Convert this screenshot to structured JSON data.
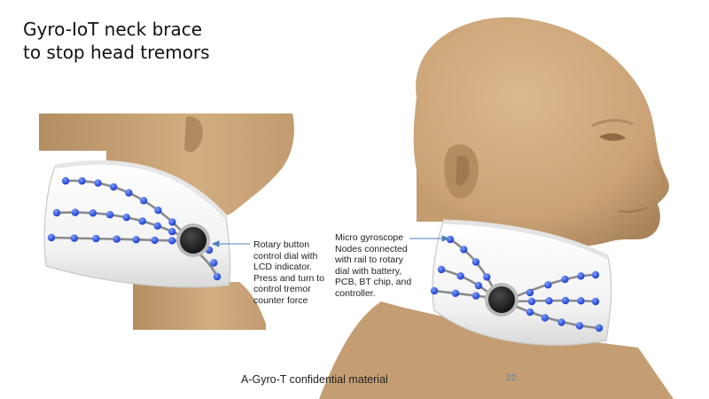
{
  "title": {
    "line1": "Gyro-IoT neck brace",
    "line2": "to stop head tremors"
  },
  "annotations": {
    "rotary_button": {
      "lines": [
        "Rotary button",
        "control dial with",
        "LCD indicator.",
        "Press and turn to",
        "control tremor",
        "counter force"
      ]
    },
    "micro_gyroscope": {
      "lines": [
        "Micro gyroscope",
        "Nodes connected",
        "with rail to rotary",
        "dial with battery,",
        "PCB, BT chip, and",
        "controller."
      ]
    }
  },
  "footer": {
    "text": "A-Gyro-T confidential material",
    "page_number": "22"
  },
  "colors": {
    "skin": "#d0ab7e",
    "skin_shadow": "#a9845a",
    "brace": "#f4f4f4",
    "node_blue": "#2a4ed8",
    "rail_gray": "#8a8a8a",
    "arrow_blue": "#4f81bd",
    "dial_dark": "#1c1c1c"
  }
}
